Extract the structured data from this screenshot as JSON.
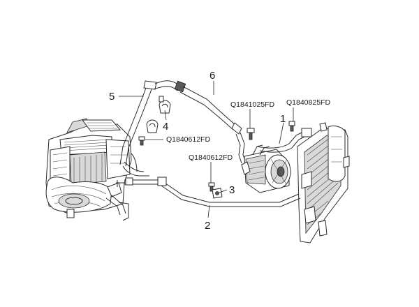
{
  "callouts": [
    {
      "id": "1",
      "label": "1"
    },
    {
      "id": "2",
      "label": "2"
    },
    {
      "id": "3",
      "label": "3"
    },
    {
      "id": "4",
      "label": "4"
    },
    {
      "id": "5",
      "label": "5"
    },
    {
      "id": "6",
      "label": "6"
    }
  ],
  "part_numbers": [
    {
      "id": "q1841025fd",
      "label": "Q1841025FD"
    },
    {
      "id": "q1840825fd",
      "label": "Q1840825FD"
    },
    {
      "id": "q1840612fd-left",
      "label": "Q1840612FD"
    },
    {
      "id": "q1840612fd-center",
      "label": "Q1840612FD"
    }
  ]
}
